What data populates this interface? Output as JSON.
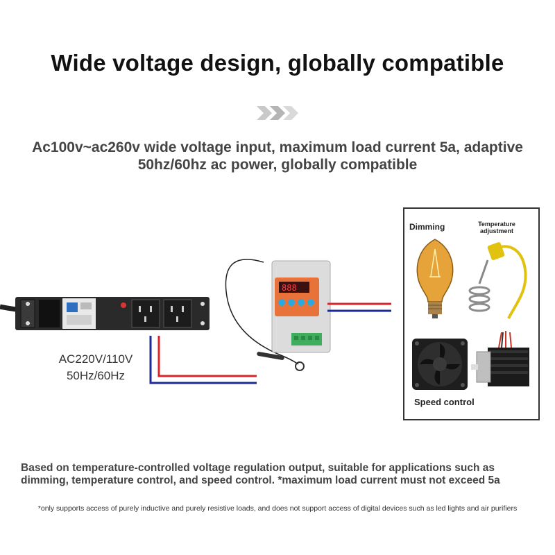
{
  "header": {
    "title": "Wide voltage design, globally compatible",
    "subtitle": "Ac100v~ac260v wide voltage input, maximum load current 5a, adaptive 50hz/60hz ac power, globally compatible"
  },
  "power_source": {
    "voltage_label": "AC220V/110V",
    "frequency_label": "50Hz/60Hz"
  },
  "loads": {
    "dimming_label": "Dimming",
    "temperature_label_line1": "Temperature",
    "temperature_label_line2": "adjustment",
    "speed_label": "Speed control"
  },
  "footer": {
    "description": "Based on temperature-controlled voltage regulation output, suitable for applications such as dimming, temperature control, and speed control. *maximum load current must not exceed 5a",
    "note": "*only supports access of purely inductive and purely resistive loads, and does not support access of digital devices such as led lights and air purifiers"
  },
  "colors": {
    "wire_red": "#d8242b",
    "wire_blue": "#1d2b9a",
    "controller_orange": "#e8733a",
    "controller_button": "#2aa9e0"
  }
}
